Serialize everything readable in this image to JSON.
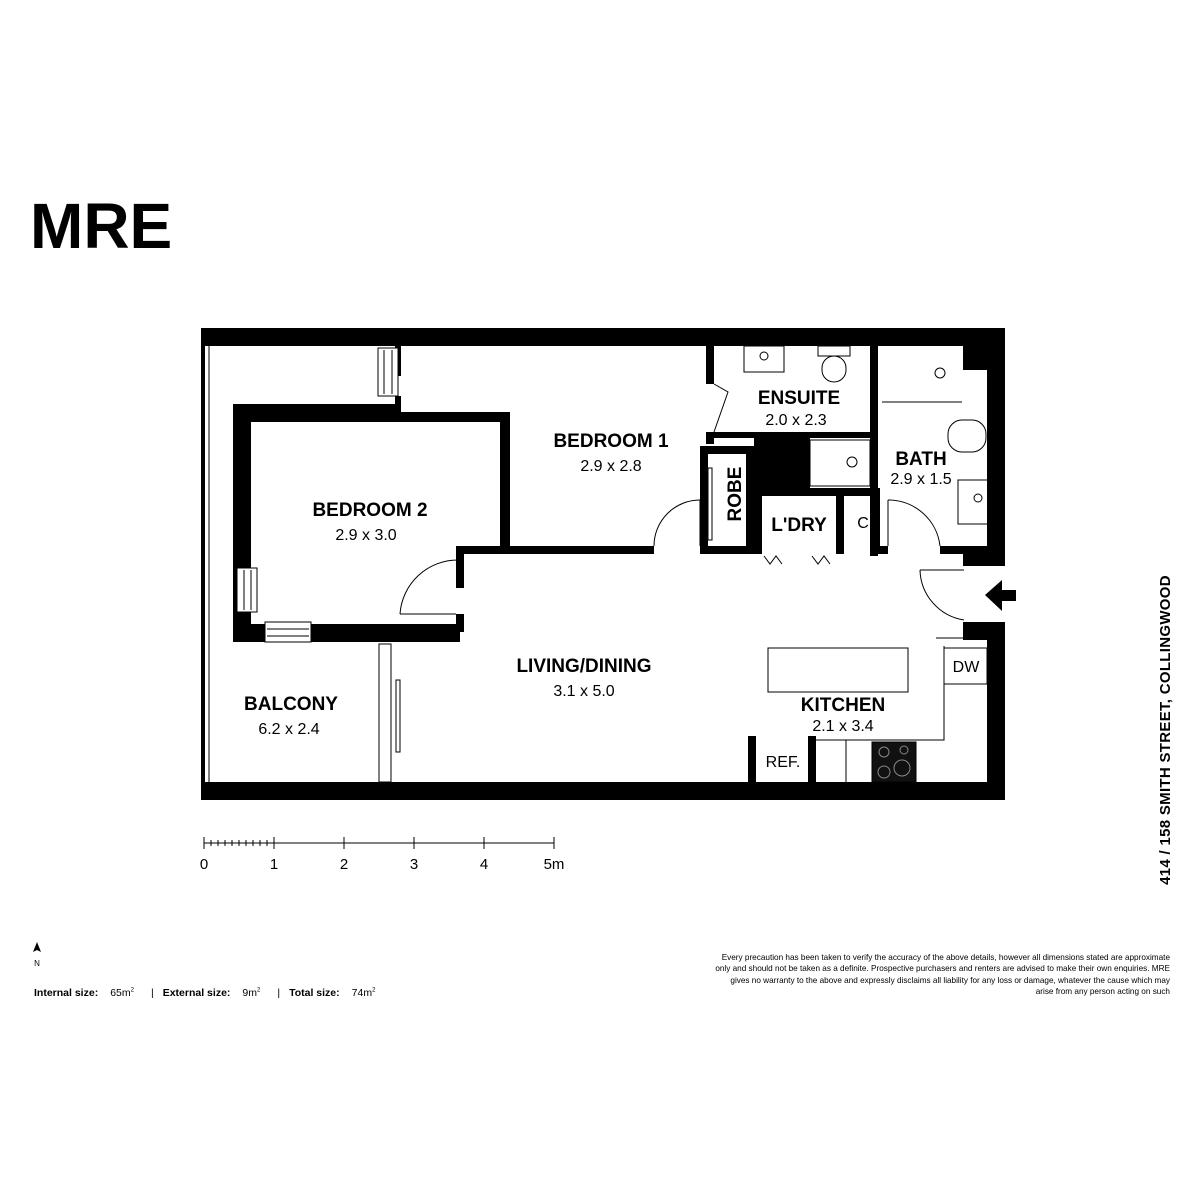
{
  "brand": {
    "logo_text": "MRE"
  },
  "address": "414 / 158 SMITH STREET, COLLINGWOOD",
  "rooms": {
    "bedroom1": {
      "name": "BEDROOM 1",
      "dims": "2.9 x 2.8"
    },
    "bedroom2": {
      "name": "BEDROOM 2",
      "dims": "2.9 x 3.0"
    },
    "ensuite": {
      "name": "ENSUITE",
      "dims": "2.0 x 2.3"
    },
    "bath": {
      "name": "BATH",
      "dims": "2.9 x 1.5"
    },
    "living": {
      "name": "LIVING/DINING",
      "dims": "3.1 x 5.0"
    },
    "kitchen": {
      "name": "KITCHEN",
      "dims": "2.1 x 3.4"
    },
    "balcony": {
      "name": "BALCONY",
      "dims": "6.2 x 2.4"
    },
    "robe": {
      "name": "ROBE"
    },
    "laundry": {
      "name": "L'DRY"
    },
    "cupboard": {
      "name": "C"
    }
  },
  "fixtures": {
    "dishwasher": "DW",
    "fridge": "REF."
  },
  "scale_bar": {
    "labels": [
      "0",
      "1",
      "2",
      "3",
      "4",
      "5m"
    ]
  },
  "north_label": "N",
  "sizes": {
    "internal_label": "Internal size:",
    "internal_value": "65m",
    "external_label": "External size:",
    "external_value": "9m",
    "total_label": "Total size:",
    "total_value": "74m",
    "unit_sup": "2",
    "separator": "|"
  },
  "disclaimer": "Every precaution has been taken to verify the accuracy of the above details, however all dimensions stated are approximate only and should not be taken as a definite. Prospective purchasers and renters are advised to make their own enquiries. MRE gives no warranty to the above and expressly disclaims all liability for any loss or damage, whatever the cause which may arise from any person acting on such"
}
